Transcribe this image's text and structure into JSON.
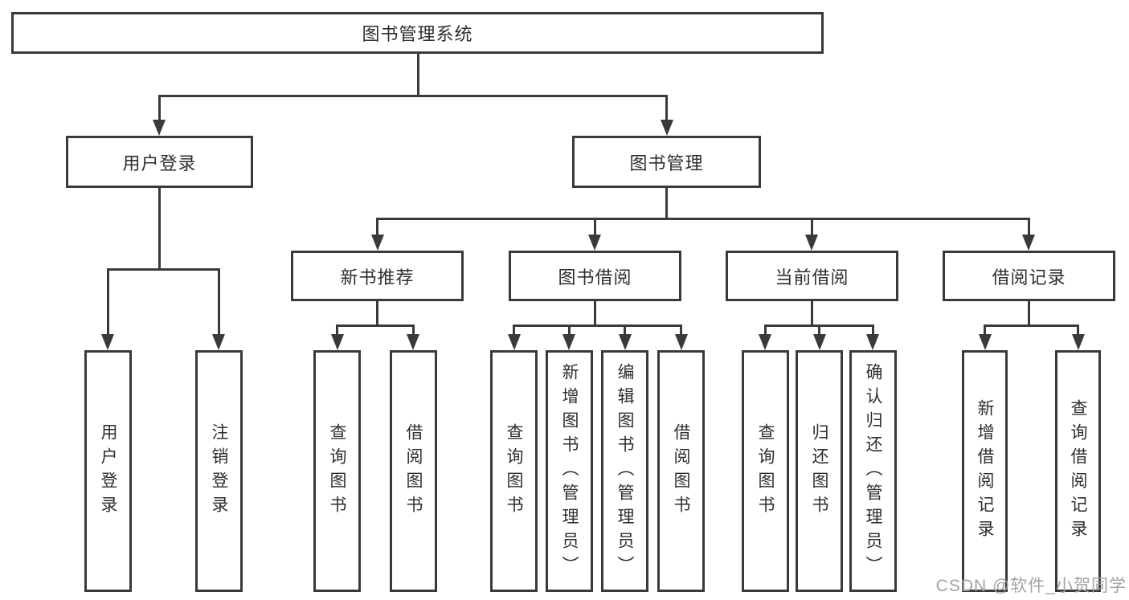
{
  "diagram": {
    "root": {
      "label": "图书管理系统"
    },
    "level2": [
      {
        "id": "user-login",
        "label": "用户登录"
      },
      {
        "id": "book-management",
        "label": "图书管理"
      }
    ],
    "level3": [
      {
        "id": "new-book-recommend",
        "label": "新书推荐"
      },
      {
        "id": "book-borrow",
        "label": "图书借阅"
      },
      {
        "id": "current-borrow",
        "label": "当前借阅"
      },
      {
        "id": "borrow-records",
        "label": "借阅记录"
      }
    ],
    "leaves": {
      "user_login": [
        {
          "label": "用户登录"
        },
        {
          "label": "注销登录"
        }
      ],
      "new_book": [
        {
          "label": "查询图书"
        },
        {
          "label": "借阅图书"
        }
      ],
      "book_borrow": [
        {
          "label": "查询图书"
        },
        {
          "label": "新增图书（管理员）"
        },
        {
          "label": "编辑图书（管理员）"
        },
        {
          "label": "借阅图书"
        }
      ],
      "current_borrow": [
        {
          "label": "查询图书"
        },
        {
          "label": "归还图书"
        },
        {
          "label": "确认归还（管理员）"
        }
      ],
      "borrow_records": [
        {
          "label": "新增借阅记录"
        },
        {
          "label": "查询借阅记录"
        }
      ]
    }
  },
  "watermark": {
    "text": "CSDN @软件_小贺同学"
  },
  "colors": {
    "line": "#3a3a3a",
    "text": "#2e2e2e",
    "watermark": "#9fa3a7",
    "background": "#ffffff"
  }
}
